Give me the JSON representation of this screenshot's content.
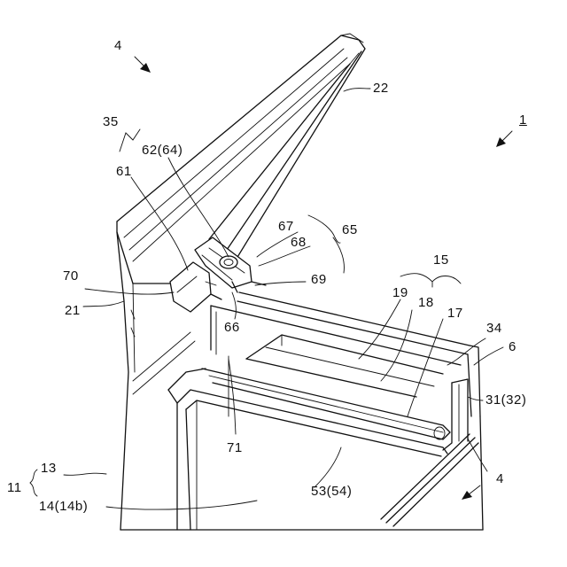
{
  "figure": {
    "labels": {
      "l1": "1",
      "l4a": "4",
      "l4b": "4",
      "l6": "6",
      "l11": "11",
      "l13": "13",
      "l14": "14(14b)",
      "l15": "15",
      "l17": "17",
      "l18": "18",
      "l19": "19",
      "l21": "21",
      "l22": "22",
      "l31": "31(32)",
      "l34": "34",
      "l35": "35",
      "l53": "53(54)",
      "l61": "61",
      "l62": "62(64)",
      "l65": "65",
      "l66": "66",
      "l67": "67",
      "l68": "68",
      "l69": "69",
      "l70": "70",
      "l71": "71"
    }
  }
}
